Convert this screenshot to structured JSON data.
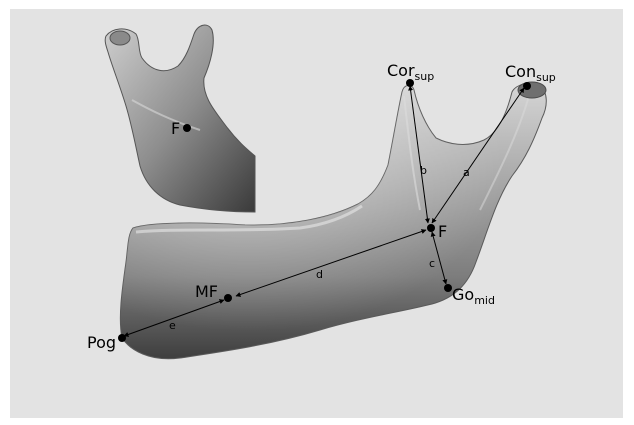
{
  "labels": {
    "cor": "Cor",
    "cor_sub": "sup",
    "con": "Con",
    "con_sub": "sup",
    "f_main": "F",
    "f_inset": "F",
    "go": "Go",
    "go_sub": "mid",
    "mf": "MF",
    "pog": "Pog"
  },
  "measures": {
    "a": "a",
    "b": "b",
    "c": "c",
    "d": "d",
    "e": "e"
  },
  "colors": {
    "background": "#e3e3e3",
    "bone": "#8f8f8f",
    "marker": "#000000"
  }
}
